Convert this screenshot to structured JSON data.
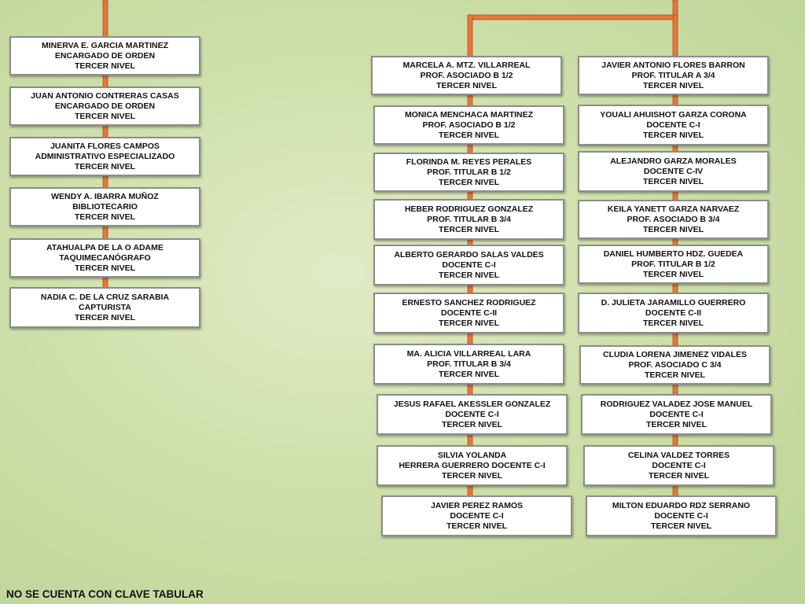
{
  "left_column": [
    {
      "name": "MINERVA E. GARCIA MARTINEZ",
      "position": "ENCARGADO DE ORDEN",
      "level": "TERCER NIVEL"
    },
    {
      "name": "JUAN ANTONIO CONTRERAS CASAS",
      "position": "ENCARGADO DE ORDEN",
      "level": "TERCER NIVEL"
    },
    {
      "name": "JUANITA FLORES CAMPOS",
      "position": "ADMINISTRATIVO ESPECIALIZADO",
      "level": "TERCER NIVEL"
    },
    {
      "name": "WENDY A. IBARRA MUÑOZ",
      "position": "BIBLIOTECARIO",
      "level": "TERCER NIVEL"
    },
    {
      "name": "ATAHUALPA DE LA O ADAME",
      "position": "TAQUIMECANÓGRAFO",
      "level": "TERCER NIVEL"
    },
    {
      "name": "NADIA C. DE LA CRUZ SARABIA",
      "position": "CAPTURISTA",
      "level": "TERCER NIVEL"
    }
  ],
  "middle_column": [
    {
      "name": "MARCELA A. MTZ. VILLARREAL",
      "position": "PROF. ASOCIADO B 1/2",
      "level": "TERCER NIVEL"
    },
    {
      "name": "MONICA MENCHACA MARTINEZ",
      "position": "PROF. ASOCIADO B 1/2",
      "level": "TERCER NIVEL"
    },
    {
      "name": "FLORINDA M. REYES PERALES",
      "position": "PROF. TITULAR B 1/2",
      "level": "TERCER NIVEL"
    },
    {
      "name": "HEBER RODRIGUEZ GONZALEZ",
      "position": "PROF. TITULAR B 3/4",
      "level": "TERCER NIVEL"
    },
    {
      "name": "ALBERTO GERARDO SALAS VALDES",
      "position": "DOCENTE C-I",
      "level": "TERCER NIVEL"
    },
    {
      "name": "ERNESTO SANCHEZ RODRIGUEZ",
      "position": "DOCENTE C-II",
      "level": "TERCER NIVEL"
    },
    {
      "name": "MA. ALICIA VILLARREAL LARA",
      "position": "PROF. TITULAR B 3/4",
      "level": "TERCER NIVEL"
    },
    {
      "name": "JESUS RAFAEL AKESSLER GONZALEZ",
      "position": "DOCENTE C-I",
      "level": "TERCER NIVEL"
    },
    {
      "name": "SILVIA YOLANDA",
      "position": "HERRERA GUERRERO DOCENTE C-I",
      "level": "TERCER NIVEL"
    },
    {
      "name": "JAVIER PEREZ RAMOS",
      "position": "DOCENTE C-I",
      "level": "TERCER NIVEL"
    }
  ],
  "right_column": [
    {
      "name": "JAVIER ANTONIO FLORES BARRON",
      "position": "PROF. TITULAR A 3/4",
      "level": "TERCER NIVEL"
    },
    {
      "name": "YOUALI AHUISHOT GARZA CORONA",
      "position": "DOCENTE C-I",
      "level": "TERCER NIVEL"
    },
    {
      "name": "ALEJANDRO GARZA MORALES",
      "position": "DOCENTE C-IV",
      "level": "TERCER NIVEL"
    },
    {
      "name": "KEILA YANETT GARZA NARVAEZ",
      "position": "PROF. ASOCIADO B 3/4",
      "level": "TERCER NIVEL"
    },
    {
      "name": "DANIEL HUMBERTO HDZ. GUEDEA",
      "position": "PROF. TITULAR B 1/2",
      "level": "TERCER NIVEL"
    },
    {
      "name": "D. JULIETA JARAMILLO GUERRERO",
      "position": "DOCENTE C-II",
      "level": "TERCER NIVEL"
    },
    {
      "name": "CLUDIA LORENA JIMENEZ VIDALES",
      "position": "PROF. ASOCIADO C 3/4",
      "level": "TERCER NIVEL"
    },
    {
      "name": "RODRIGUEZ VALADEZ JOSE MANUEL",
      "position": "DOCENTE C-I",
      "level": "TERCER NIVEL"
    },
    {
      "name": "CELINA VALDEZ TORRES",
      "position": "DOCENTE C-I",
      "level": "TERCER NIVEL"
    },
    {
      "name": "MILTON EDUARDO RDZ SERRANO",
      "position": "DOCENTE C-I",
      "level": "TERCER NIVEL"
    }
  ],
  "footer_note": "NO SE CUENTA CON CLAVE TABULAR",
  "colors": {
    "connector": "#e8763a",
    "connector_edge": "#b84e1c",
    "box_border": "#8c8c8c"
  }
}
